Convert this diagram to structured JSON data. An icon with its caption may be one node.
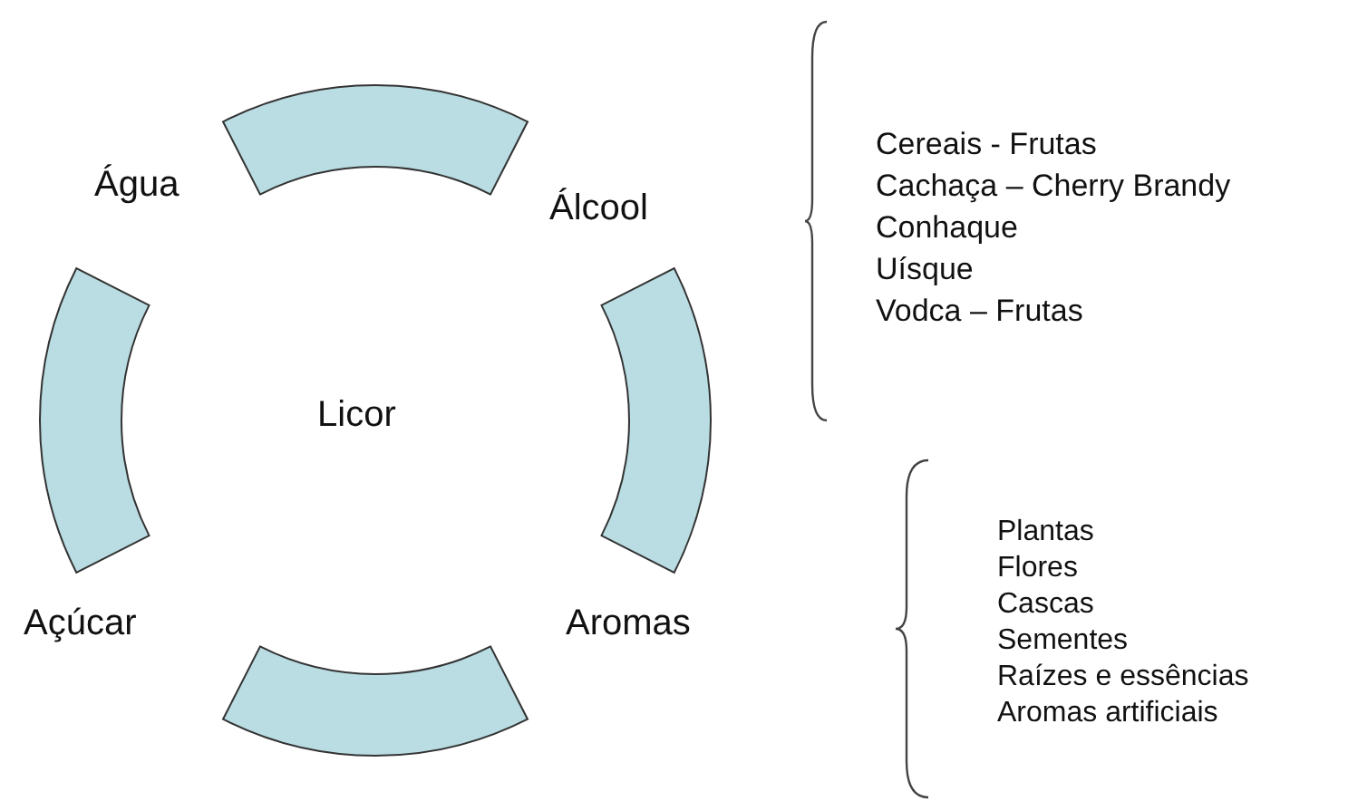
{
  "diagram": {
    "nodes": [
      {
        "text": [],
        "shape": "arc"
      },
      {
        "text": [],
        "shape": "arc"
      },
      {
        "text": [],
        "shape": "arc"
      },
      {
        "text": [],
        "shape": "arc"
      }
    ],
    "labels": [
      "Água",
      "Álcool",
      "Licor",
      "Açúcar",
      "Aromas",
      "Cereais - Frutas",
      "Cachaça – Cherry Brandy",
      "Conhaque",
      "Uísque",
      "Vodca – Frutas",
      "Plantas",
      "Flores",
      "Cascas",
      "Sementes",
      "Raízes e essências",
      "Aromas artificiais"
    ]
  }
}
